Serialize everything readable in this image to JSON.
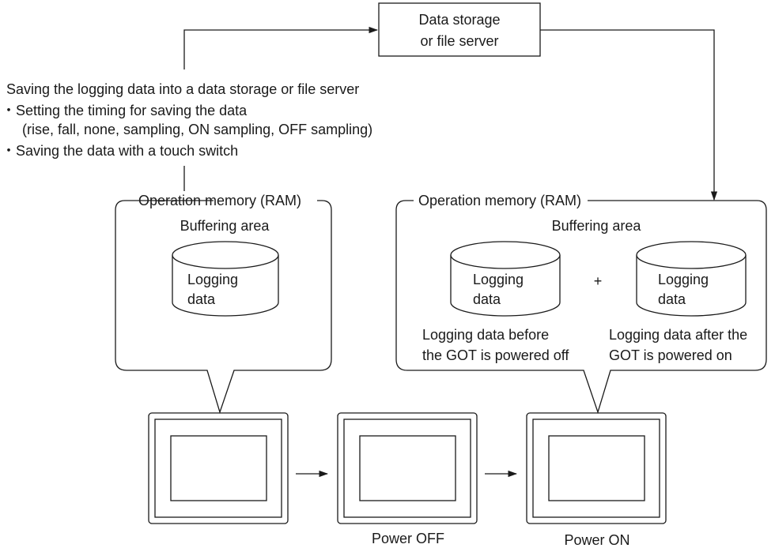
{
  "storage": {
    "line1": "Data storage",
    "line2": "or file server"
  },
  "saving": {
    "title": "Saving the logging data into a data storage or file server",
    "bullet1": "・Setting the timing for saving the data",
    "bullet1_sub": "(rise, fall, none, sampling, ON sampling, OFF sampling)",
    "bullet2": "・Saving the data with a touch switch"
  },
  "left_memory": {
    "title": "Operation memory (RAM)",
    "area": "Buffering area",
    "cyl_line1": "Logging",
    "cyl_line2": "data"
  },
  "right_memory": {
    "title": "Operation memory (RAM)",
    "area": "Buffering area",
    "cyl1_line1": "Logging",
    "cyl1_line2": "data",
    "plus": "+",
    "cyl2_line1": "Logging",
    "cyl2_line2": "data",
    "caption1_line1": "Logging data before",
    "caption1_line2": "the GOT is powered off",
    "caption2_line1": "Logging data after the",
    "caption2_line2": "GOT is powered on"
  },
  "states": {
    "power_off": "Power OFF",
    "power_on": "Power ON"
  }
}
